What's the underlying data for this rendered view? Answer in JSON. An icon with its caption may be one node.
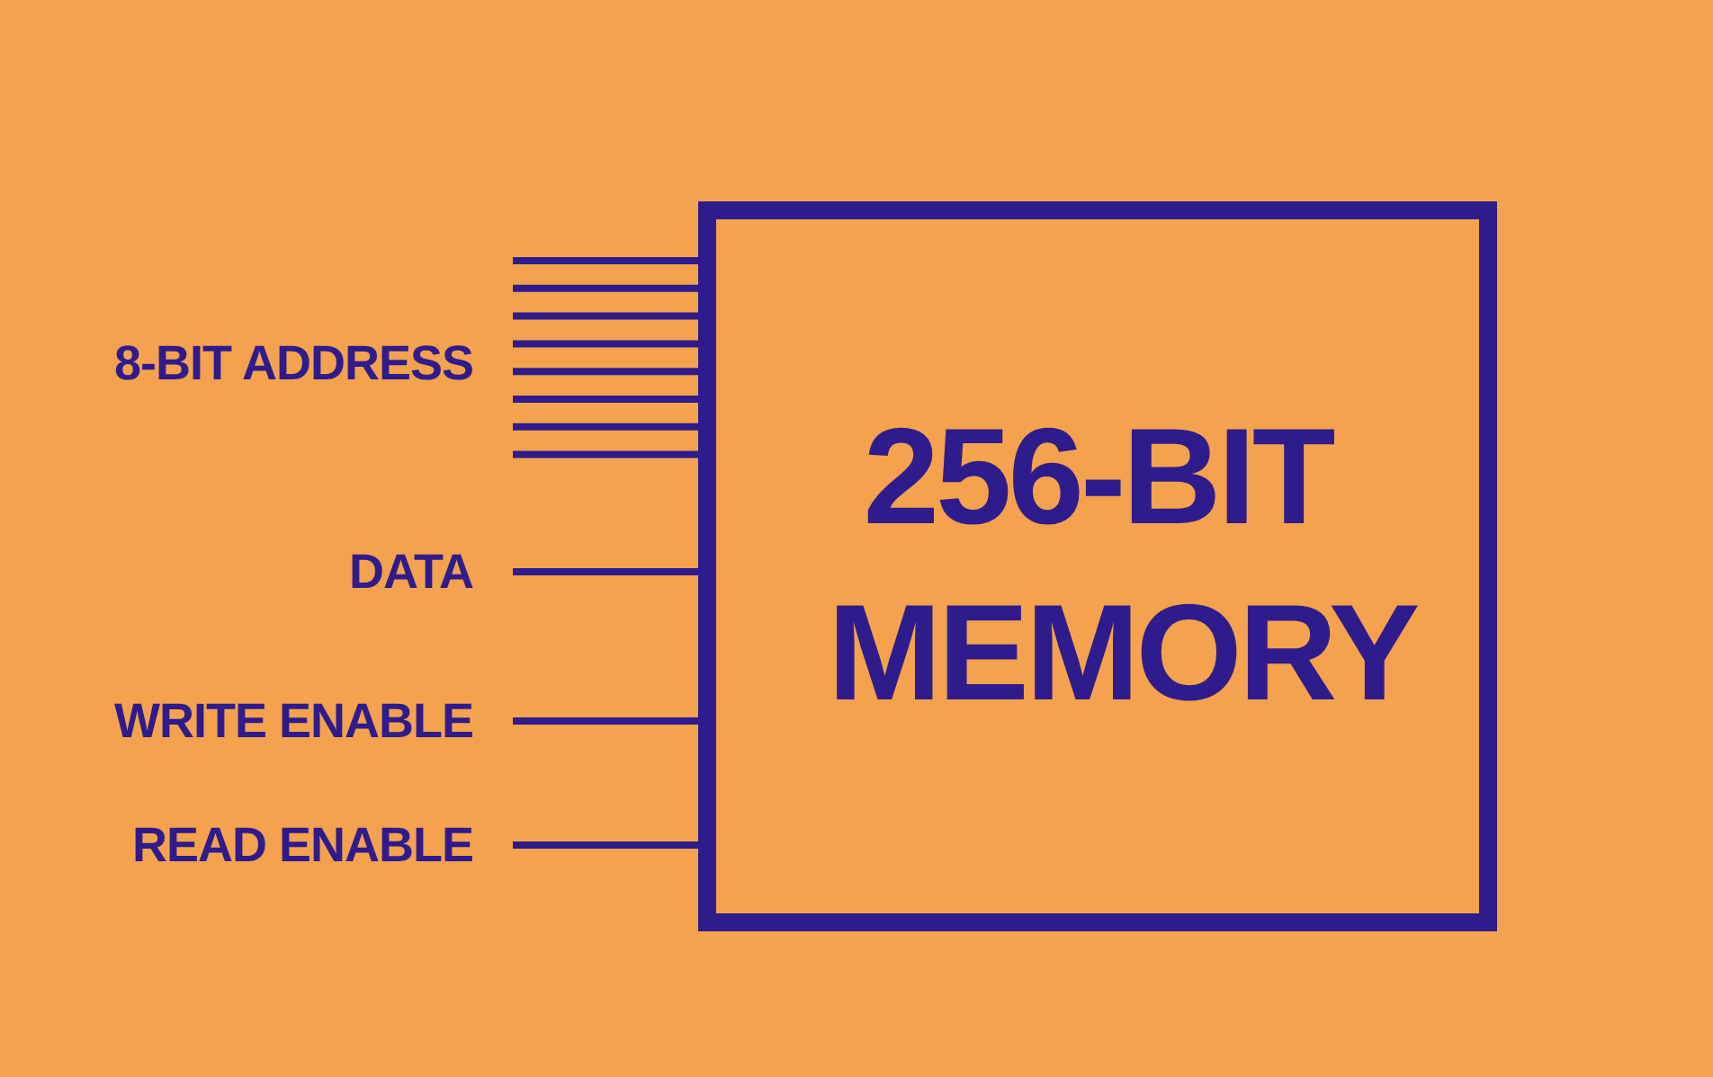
{
  "diagram": {
    "nodes": [
      {
        "text": [
          "256-BIT MEMORY"
        ]
      }
    ],
    "labels": [
      "8-BIT ADDRESS",
      "DATA",
      "WRITE ENABLE",
      "READ ENABLE"
    ]
  }
}
